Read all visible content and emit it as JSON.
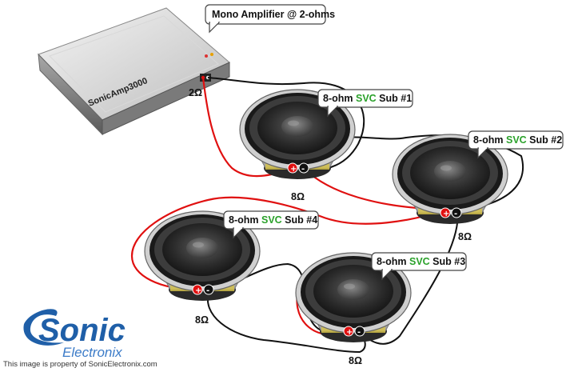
{
  "amplifier": {
    "model": "SonicAmp3000",
    "callout": "Mono Amplifier @ 2-ohms",
    "load": "2Ω"
  },
  "subwoofers": [
    {
      "prefix": "8-ohm ",
      "type": "SVC",
      "suffix": " Sub #1",
      "impedance": "8Ω"
    },
    {
      "prefix": "8-ohm ",
      "type": "SVC",
      "suffix": " Sub #2",
      "impedance": "8Ω"
    },
    {
      "prefix": "8-ohm ",
      "type": "SVC",
      "suffix": " Sub #3",
      "impedance": "8Ω"
    },
    {
      "prefix": "8-ohm ",
      "type": "SVC",
      "suffix": " Sub #4",
      "impedance": "8Ω"
    }
  ],
  "terminals": {
    "positive": "+",
    "negative": "-"
  },
  "logo": {
    "name": "Sonic",
    "sub": "Electronix"
  },
  "footer": "This image is property of SonicElectronix.com",
  "colors": {
    "positive_wire": "#e01010",
    "negative_wire": "#111111",
    "svc_text": "#2aa12a",
    "brand_blue": "#1f5fa8"
  }
}
